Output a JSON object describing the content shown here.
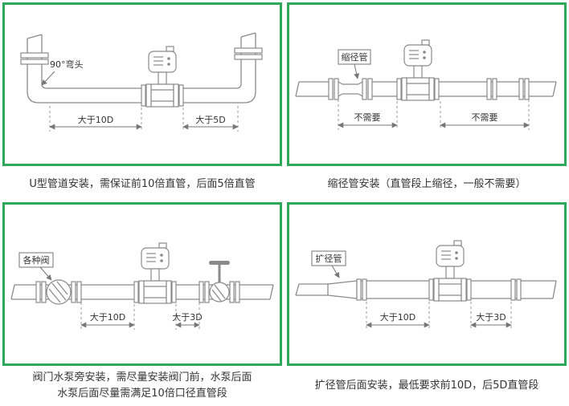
{
  "colors": {
    "panel_border": "#2fa85c",
    "diagram_line": "#8a8a8a",
    "text": "#333333"
  },
  "panels": [
    {
      "name": "u-pipe-installation",
      "caption": "U型管道安装，需保证前10倍直管，后面5倍直管",
      "labels": {
        "elbow": "90°弯头",
        "dim_left": "大于10D",
        "dim_right": "大于5D"
      }
    },
    {
      "name": "reducer-installation",
      "caption": "缩径管安装（直管段上缩径，一般不需要）",
      "labels": {
        "reducer": "缩径管",
        "not_needed_left": "不需要",
        "not_needed_right": "不需要"
      }
    },
    {
      "name": "valve-pump-installation",
      "caption_lines": [
        "阀门水泵旁安装，需尽量安装阀门前，水泵后面",
        "水泵后面尽量需满足10倍口径直管段"
      ],
      "labels": {
        "valves": "各种阀",
        "dim_left": "大于10D",
        "dim_right": "大于3D"
      }
    },
    {
      "name": "expander-installation",
      "caption": "扩径管后面安装，最低要求前10D，后5D直管段",
      "labels": {
        "expander": "扩径管",
        "dim_left": "大于10D",
        "dim_right": "大于3D"
      }
    }
  ]
}
